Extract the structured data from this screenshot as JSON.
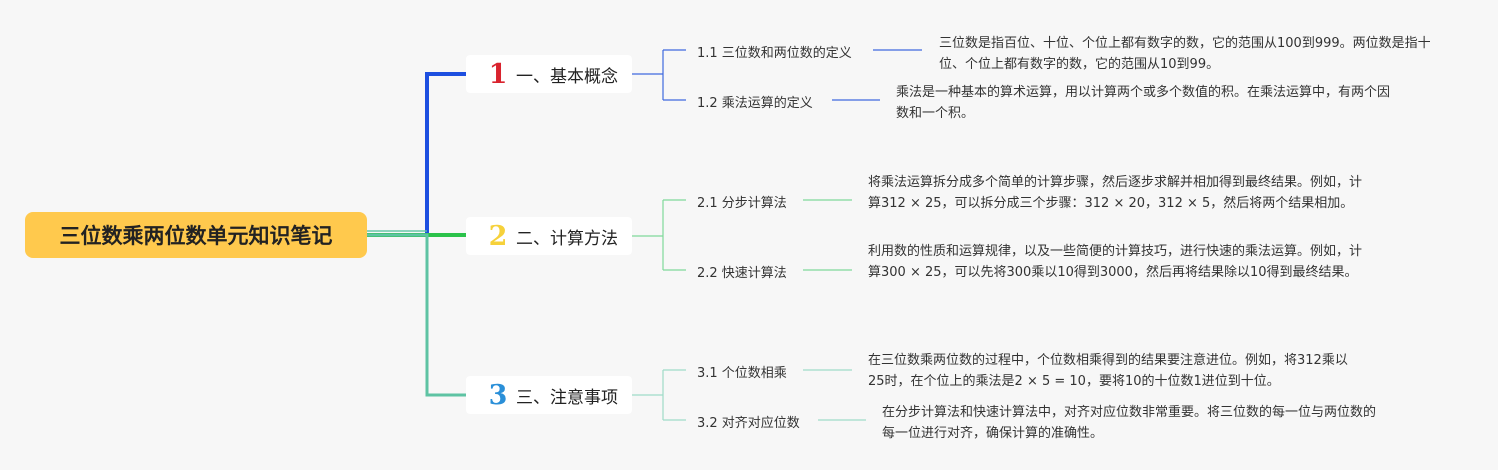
{
  "root": {
    "title": "三位数乘两位数单元知识笔记"
  },
  "branches": [
    {
      "num": "1",
      "label": "一、基本概念",
      "color": "#1d4fe0",
      "num_color": "#d9232e",
      "children": [
        {
          "label": "1.1 三位数和两位数的定义",
          "text": "三位数是指百位、十位、个位上都有数字的数，它的范围从100到999。两位数是指十位、个位上都有数字的数，它的范围从10到99。"
        },
        {
          "label": "1.2 乘法运算的定义",
          "text": "乘法是一种基本的算术运算，用以计算两个或多个数值的积。在乘法运算中，有两个因数和一个积。"
        }
      ]
    },
    {
      "num": "2",
      "label": "二、计算方法",
      "color": "#2bc24a",
      "num_color": "#f6d13a",
      "children": [
        {
          "label": "2.1 分步计算法",
          "text": "将乘法运算拆分成多个简单的计算步骤，然后逐步求解并相加得到最终结果。例如，计算312 × 25，可以拆分成三个步骤：312 × 20，312 × 5，然后将两个结果相加。"
        },
        {
          "label": "2.2 快速计算法",
          "text": "利用数的性质和运算规律，以及一些简便的计算技巧，进行快速的乘法运算。例如，计算300 × 25，可以先将300乘以10得到3000，然后再将结果除以10得到最终结果。"
        }
      ]
    },
    {
      "num": "3",
      "label": "三、注意事项",
      "color": "#5ec3a3",
      "num_color": "#2a8fd8",
      "children": [
        {
          "label": "3.1 个位数相乘",
          "text": "在三位数乘两位数的过程中，个位数相乘得到的结果要注意进位。例如，将312乘以25时，在个位上的乘法是2 × 5 = 10，要将10的十位数1进位到十位。"
        },
        {
          "label": "3.2 对齐对应位数",
          "text": "在分步计算法和快速计算法中，对齐对应位数非常重要。将三位数的每一位与两位数的每一位进行对齐，确保计算的准确性。"
        }
      ]
    }
  ]
}
